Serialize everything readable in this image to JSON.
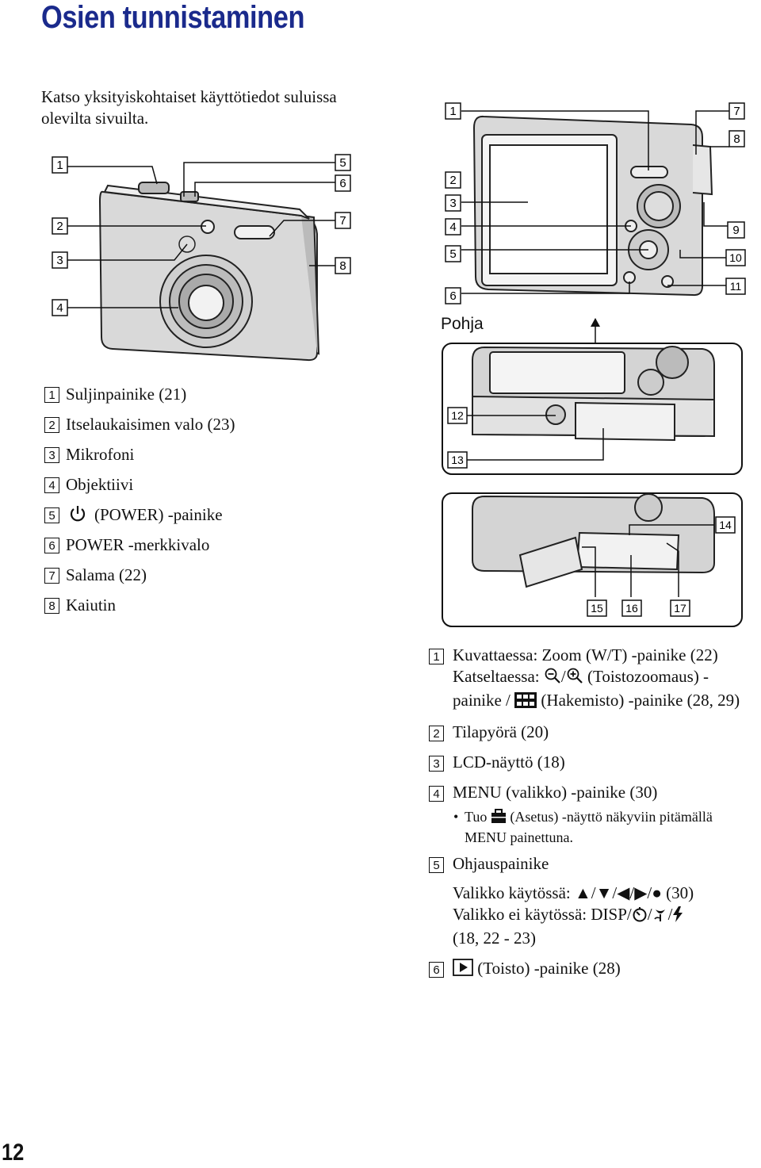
{
  "page": {
    "title": "Osien tunnistaminen",
    "intro": "Katso yksityiskohtaiset käyttötiedot suluissa olevilta sivuilta.",
    "page_number": "12"
  },
  "figures": {
    "front_labels": [
      "1",
      "2",
      "3",
      "4",
      "5",
      "6",
      "7",
      "8"
    ],
    "back_labels": [
      "1",
      "2",
      "3",
      "4",
      "5",
      "6",
      "7",
      "8",
      "9",
      "10",
      "11"
    ],
    "bottom_caption": "Pohja",
    "bottom_labels": [
      "12",
      "13",
      "14",
      "15",
      "16",
      "17"
    ]
  },
  "left_list": [
    {
      "num": "1",
      "text": "Suljinpainike (21)"
    },
    {
      "num": "2",
      "text": "Itselaukaisimen valo (23)"
    },
    {
      "num": "3",
      "text": "Mikrofoni"
    },
    {
      "num": "4",
      "text": "Objektiivi"
    },
    {
      "num": "5",
      "text": "(POWER) -painike",
      "icon": "power-icon"
    },
    {
      "num": "6",
      "text": "POWER -merkkivalo"
    },
    {
      "num": "7",
      "text": "Salama (22)"
    },
    {
      "num": "8",
      "text": "Kaiutin"
    }
  ],
  "right_list": {
    "item1": {
      "num": "1",
      "line1": "Kuvattaessa: Zoom (W/T) -painike (22)",
      "line2a": "Katseltaessa: ",
      "line2b": " (Toistozoomaus) -painike / ",
      "line2c": " (Hakemisto) -painike (28, 29)"
    },
    "item2": {
      "num": "2",
      "text": "Tilapyörä (20)"
    },
    "item3": {
      "num": "3",
      "text": "LCD-näyttö (18)"
    },
    "item4": {
      "num": "4",
      "text": "MENU (valikko) -painike (30)",
      "sub_a": "Tuo ",
      "sub_b": " (Asetus) -näyttö näkyviin pitämällä MENU painettuna.",
      "bullet": "•"
    },
    "item5": {
      "num": "5",
      "text": "Ohjauspainike",
      "menu_on": "Valikko käytössä: ▲/▼/◀/▶/● (30)",
      "menu_off": "Valikko ei käytössä: DISP/",
      "menu_off_pages": "(18, 22 - 23)"
    },
    "item6": {
      "num": "6",
      "text": " (Toisto) -painike (28)",
      "icon": "play-icon"
    }
  }
}
